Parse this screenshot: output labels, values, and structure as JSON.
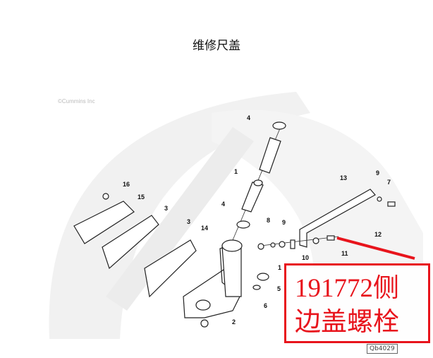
{
  "title": "维修尺盖",
  "copyright": "©Cummins Inc",
  "watermark": "Cummins",
  "figure_code": "Qb4029",
  "callouts": [
    "4",
    "1",
    "16",
    "15",
    "3",
    "3",
    "14",
    "4",
    "8",
    "9",
    "1",
    "10",
    "11",
    "12",
    "13",
    "9",
    "7",
    "5",
    "6",
    "2"
  ],
  "annotation": {
    "line1": "191772侧",
    "line2": "边盖螺栓",
    "color": "#e8141c"
  }
}
